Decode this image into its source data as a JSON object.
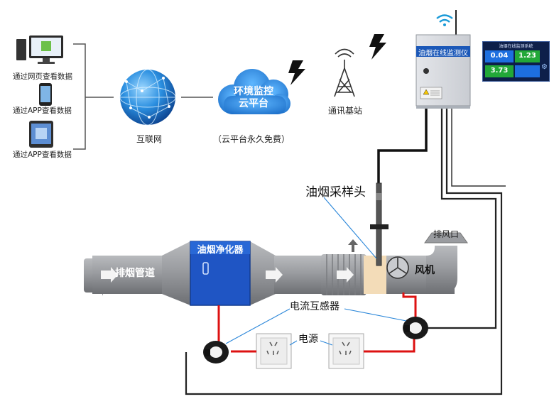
{
  "clients": [
    {
      "label": "通过网页查看数据"
    },
    {
      "label": "通过APP查看数据"
    },
    {
      "label": "通过APP查看数据"
    }
  ],
  "internet": {
    "label": "互联网"
  },
  "cloud": {
    "line1": "环境监控",
    "line2": "云平台",
    "note": "（云平台永久免费）"
  },
  "station": {
    "label": "通讯基站"
  },
  "monitor": {
    "label": "油烟在线监测仪"
  },
  "panel": {
    "title": "油烟在线监测系统",
    "val1": "0.04",
    "val2": "1.23",
    "val3": "3.73"
  },
  "probe": {
    "label": "油烟采样头"
  },
  "duct": {
    "label": "排烟管道"
  },
  "purifier": {
    "label": "油烟净化器"
  },
  "fan": {
    "label": "风机"
  },
  "outlet": {
    "label": "排风口"
  },
  "ct": {
    "label": "电流互感器"
  },
  "power": {
    "label": "电源"
  },
  "colors": {
    "duct": "#8e9094",
    "purifier": "#1f55c4",
    "signal": "#dd1111",
    "cloud": "#2a86d9"
  }
}
